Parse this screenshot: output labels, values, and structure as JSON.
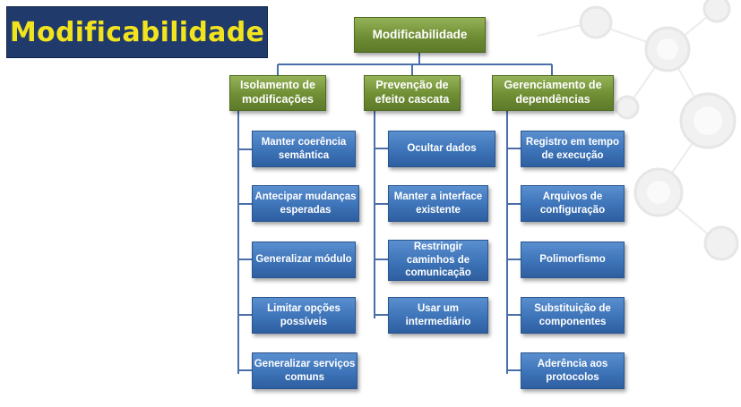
{
  "title": "Modificabilidade",
  "diagram": {
    "root": "Modificabilidade",
    "branches": [
      {
        "label": "Isolamento de modificações",
        "children": [
          "Manter coerência semântica",
          "Antecipar mudanças esperadas",
          "Generalizar módulo",
          "Limitar opções possíveis",
          "Generalizar serviços comuns"
        ]
      },
      {
        "label": "Prevenção de efeito cascata",
        "children": [
          "Ocultar dados",
          "Manter a interface existente",
          "Restringir caminhos de comunicação",
          "Usar um intermediário"
        ]
      },
      {
        "label": "Gerenciamento de dependências",
        "children": [
          "Registro em tempo de execução",
          "Arquivos de configuração",
          "Polimorfismo",
          "Substituição de componentes",
          "Aderência aos protocolos"
        ]
      }
    ]
  },
  "colors": {
    "title_bg": "#1f3a6b",
    "title_text": "#f2e31f",
    "green_node": "#6f8e34",
    "blue_node": "#3d73b8",
    "connector": "#4a6fa8"
  }
}
